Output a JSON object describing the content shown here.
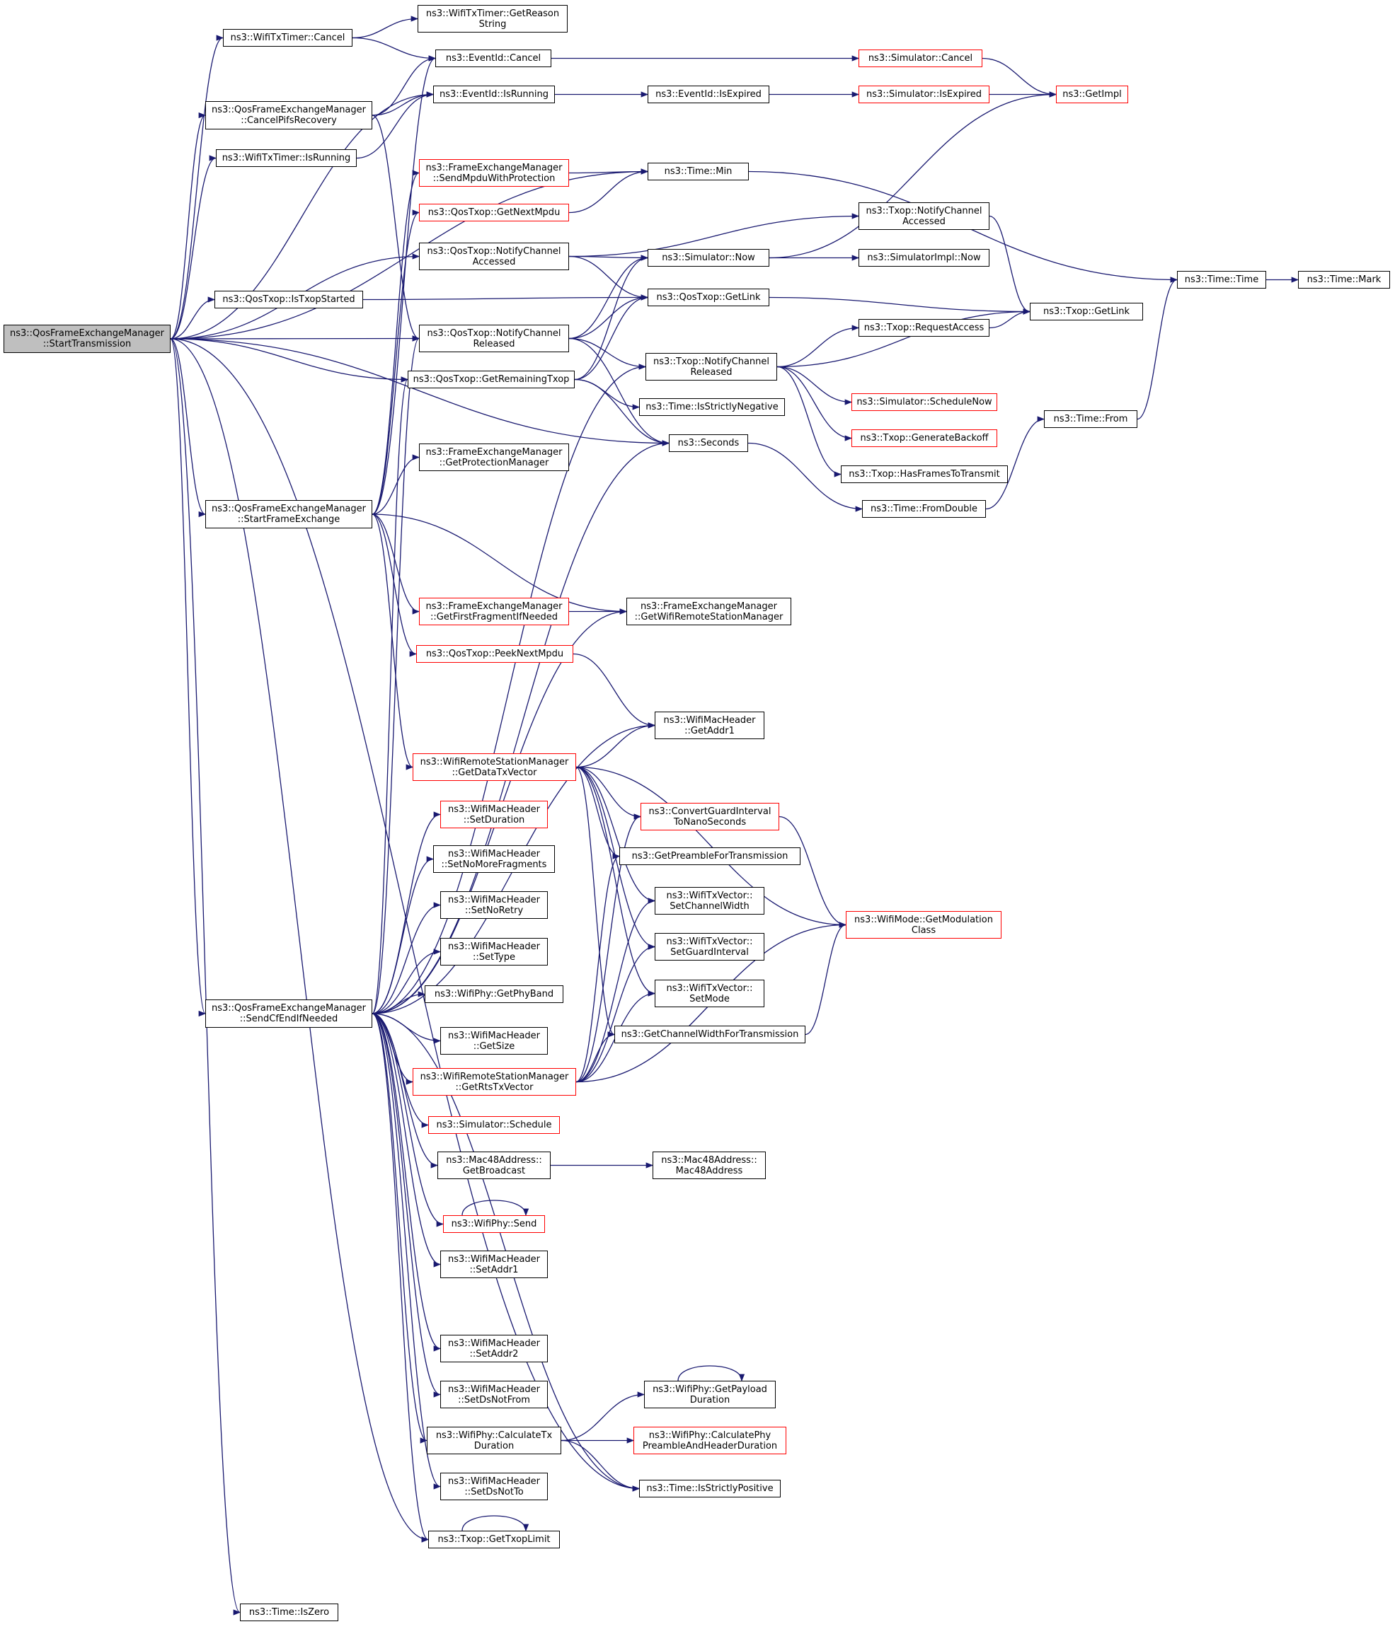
{
  "colors": {
    "edge": "#191970",
    "node_border": "#000000",
    "highlight_border": "#ff0000",
    "root_fill": "#bfbfbf",
    "background": "#ffffff"
  },
  "nodes": [
    {
      "id": "start_tx",
      "lines": [
        "ns3::QosFrameExchangeManager",
        "::StartTransmission"
      ],
      "style": "root"
    },
    {
      "id": "timer_cancel",
      "lines": [
        "ns3::WifiTxTimer::Cancel"
      ],
      "style": "normal"
    },
    {
      "id": "timer_reason",
      "lines": [
        "ns3::WifiTxTimer::GetReason",
        "String"
      ],
      "style": "normal"
    },
    {
      "id": "event_cancel",
      "lines": [
        "ns3::EventId::Cancel"
      ],
      "style": "normal"
    },
    {
      "id": "sim_cancel",
      "lines": [
        "ns3::Simulator::Cancel"
      ],
      "style": "red"
    },
    {
      "id": "get_impl",
      "lines": [
        "ns3::GetImpl"
      ],
      "style": "red"
    },
    {
      "id": "cancel_pifs",
      "lines": [
        "ns3::QosFrameExchangeManager",
        "::CancelPifsRecovery"
      ],
      "style": "normal"
    },
    {
      "id": "event_running",
      "lines": [
        "ns3::EventId::IsRunning"
      ],
      "style": "normal"
    },
    {
      "id": "event_expired",
      "lines": [
        "ns3::EventId::IsExpired"
      ],
      "style": "normal"
    },
    {
      "id": "sim_expired",
      "lines": [
        "ns3::Simulator::IsExpired"
      ],
      "style": "red"
    },
    {
      "id": "timer_running",
      "lines": [
        "ns3::WifiTxTimer::IsRunning"
      ],
      "style": "normal"
    },
    {
      "id": "send_mpdu_prot",
      "lines": [
        "ns3::FrameExchangeManager",
        "::SendMpduWithProtection"
      ],
      "style": "red"
    },
    {
      "id": "time_min",
      "lines": [
        "ns3::Time::Min"
      ],
      "style": "normal"
    },
    {
      "id": "get_next_mpdu",
      "lines": [
        "ns3::QosTxop::GetNextMpdu"
      ],
      "style": "red"
    },
    {
      "id": "qos_notify_acc",
      "lines": [
        "ns3::QosTxop::NotifyChannel",
        "Accessed"
      ],
      "style": "normal"
    },
    {
      "id": "txop_notify_acc",
      "lines": [
        "ns3::Txop::NotifyChannel",
        "Accessed"
      ],
      "style": "normal"
    },
    {
      "id": "sim_now",
      "lines": [
        "ns3::Simulator::Now"
      ],
      "style": "normal"
    },
    {
      "id": "simimpl_now",
      "lines": [
        "ns3::SimulatorImpl::Now"
      ],
      "style": "normal"
    },
    {
      "id": "time_time",
      "lines": [
        "ns3::Time::Time"
      ],
      "style": "normal"
    },
    {
      "id": "time_mark",
      "lines": [
        "ns3::Time::Mark"
      ],
      "style": "normal"
    },
    {
      "id": "is_txop_started",
      "lines": [
        "ns3::QosTxop::IsTxopStarted"
      ],
      "style": "normal"
    },
    {
      "id": "qos_get_link",
      "lines": [
        "ns3::QosTxop::GetLink"
      ],
      "style": "normal"
    },
    {
      "id": "txop_get_link",
      "lines": [
        "ns3::Txop::GetLink"
      ],
      "style": "normal"
    },
    {
      "id": "qos_notify_rel",
      "lines": [
        "ns3::QosTxop::NotifyChannel",
        "Released"
      ],
      "style": "normal"
    },
    {
      "id": "request_access",
      "lines": [
        "ns3::Txop::RequestAccess"
      ],
      "style": "normal"
    },
    {
      "id": "txop_notify_rel",
      "lines": [
        "ns3::Txop::NotifyChannel",
        "Released"
      ],
      "style": "normal"
    },
    {
      "id": "get_remaining",
      "lines": [
        "ns3::QosTxop::GetRemainingTxop"
      ],
      "style": "normal"
    },
    {
      "id": "schedule_now",
      "lines": [
        "ns3::Simulator::ScheduleNow"
      ],
      "style": "red"
    },
    {
      "id": "strictly_neg",
      "lines": [
        "ns3::Time::IsStrictlyNegative"
      ],
      "style": "normal"
    },
    {
      "id": "time_from",
      "lines": [
        "ns3::Time::From"
      ],
      "style": "normal"
    },
    {
      "id": "gen_backoff",
      "lines": [
        "ns3::Txop::GenerateBackoff"
      ],
      "style": "red"
    },
    {
      "id": "seconds",
      "lines": [
        "ns3::Seconds"
      ],
      "style": "normal"
    },
    {
      "id": "get_prot_mgr",
      "lines": [
        "ns3::FrameExchangeManager",
        "::GetProtectionManager"
      ],
      "style": "normal"
    },
    {
      "id": "has_frames",
      "lines": [
        "ns3::Txop::HasFramesToTransmit"
      ],
      "style": "normal"
    },
    {
      "id": "start_fe",
      "lines": [
        "ns3::QosFrameExchangeManager",
        "::StartFrameExchange"
      ],
      "style": "normal"
    },
    {
      "id": "from_double",
      "lines": [
        "ns3::Time::FromDouble"
      ],
      "style": "normal"
    },
    {
      "id": "first_frag",
      "lines": [
        "ns3::FrameExchangeManager",
        "::GetFirstFragmentIfNeeded"
      ],
      "style": "red"
    },
    {
      "id": "get_rsm",
      "lines": [
        "ns3::FrameExchangeManager",
        "::GetWifiRemoteStationManager"
      ],
      "style": "normal"
    },
    {
      "id": "peek_next",
      "lines": [
        "ns3::QosTxop::PeekNextMpdu"
      ],
      "style": "red"
    },
    {
      "id": "get_addr1",
      "lines": [
        "ns3::WifiMacHeader",
        "::GetAddr1"
      ],
      "style": "normal"
    },
    {
      "id": "data_txvec",
      "lines": [
        "ns3::WifiRemoteStationManager",
        "::GetDataTxVector"
      ],
      "style": "red"
    },
    {
      "id": "set_duration",
      "lines": [
        "ns3::WifiMacHeader",
        "::SetDuration"
      ],
      "style": "red"
    },
    {
      "id": "conv_gi",
      "lines": [
        "ns3::ConvertGuardInterval",
        "ToNanoSeconds"
      ],
      "style": "red"
    },
    {
      "id": "preamble",
      "lines": [
        "ns3::GetPreambleForTransmission"
      ],
      "style": "normal"
    },
    {
      "id": "set_nomorefrag",
      "lines": [
        "ns3::WifiMacHeader",
        "::SetNoMoreFragments"
      ],
      "style": "normal"
    },
    {
      "id": "set_noretry",
      "lines": [
        "ns3::WifiMacHeader",
        "::SetNoRetry"
      ],
      "style": "normal"
    },
    {
      "id": "set_chwidth",
      "lines": [
        "ns3::WifiTxVector::",
        "SetChannelWidth"
      ],
      "style": "normal"
    },
    {
      "id": "get_modclass",
      "lines": [
        "ns3::WifiMode::GetModulation",
        "Class"
      ],
      "style": "red"
    },
    {
      "id": "set_type",
      "lines": [
        "ns3::WifiMacHeader",
        "::SetType"
      ],
      "style": "normal"
    },
    {
      "id": "set_gi",
      "lines": [
        "ns3::WifiTxVector::",
        "SetGuardInterval"
      ],
      "style": "normal"
    },
    {
      "id": "get_phyband",
      "lines": [
        "ns3::WifiPhy::GetPhyBand"
      ],
      "style": "normal"
    },
    {
      "id": "set_mode",
      "lines": [
        "ns3::WifiTxVector::",
        "SetMode"
      ],
      "style": "normal"
    },
    {
      "id": "send_cfend",
      "lines": [
        "ns3::QosFrameExchangeManager",
        "::SendCfEndIfNeeded"
      ],
      "style": "normal"
    },
    {
      "id": "get_size",
      "lines": [
        "ns3::WifiMacHeader",
        "::GetSize"
      ],
      "style": "normal"
    },
    {
      "id": "chwidth_tx",
      "lines": [
        "ns3::GetChannelWidthForTransmission"
      ],
      "style": "normal"
    },
    {
      "id": "rts_txvec",
      "lines": [
        "ns3::WifiRemoteStationManager",
        "::GetRtsTxVector"
      ],
      "style": "red"
    },
    {
      "id": "sim_schedule",
      "lines": [
        "ns3::Simulator::Schedule"
      ],
      "style": "red"
    },
    {
      "id": "get_broadcast",
      "lines": [
        "ns3::Mac48Address::",
        "GetBroadcast"
      ],
      "style": "normal"
    },
    {
      "id": "mac48",
      "lines": [
        "ns3::Mac48Address::",
        "Mac48Address"
      ],
      "style": "normal"
    },
    {
      "id": "phy_send",
      "lines": [
        "ns3::WifiPhy::Send"
      ],
      "style": "red"
    },
    {
      "id": "set_addr1",
      "lines": [
        "ns3::WifiMacHeader",
        "::SetAddr1"
      ],
      "style": "normal"
    },
    {
      "id": "set_addr2",
      "lines": [
        "ns3::WifiMacHeader",
        "::SetAddr2"
      ],
      "style": "normal"
    },
    {
      "id": "payload_dur",
      "lines": [
        "ns3::WifiPhy::GetPayload",
        "Duration"
      ],
      "style": "normal"
    },
    {
      "id": "set_dsnotfrom",
      "lines": [
        "ns3::WifiMacHeader",
        "::SetDsNotFrom"
      ],
      "style": "normal"
    },
    {
      "id": "calc_txdur",
      "lines": [
        "ns3::WifiPhy::CalculateTx",
        "Duration"
      ],
      "style": "normal"
    },
    {
      "id": "calc_preamble",
      "lines": [
        "ns3::WifiPhy::CalculatePhy",
        "PreambleAndHeaderDuration"
      ],
      "style": "red"
    },
    {
      "id": "set_dsnotto",
      "lines": [
        "ns3::WifiMacHeader",
        "::SetDsNotTo"
      ],
      "style": "normal"
    },
    {
      "id": "strictly_pos",
      "lines": [
        "ns3::Time::IsStrictlyPositive"
      ],
      "style": "normal"
    },
    {
      "id": "get_txoplimit",
      "lines": [
        "ns3::Txop::GetTxopLimit"
      ],
      "style": "normal"
    },
    {
      "id": "is_zero",
      "lines": [
        "ns3::Time::IsZero"
      ],
      "style": "normal"
    }
  ],
  "edges": [
    [
      "start_tx",
      "timer_cancel"
    ],
    [
      "start_tx",
      "event_running"
    ],
    [
      "start_tx",
      "cancel_pifs"
    ],
    [
      "start_tx",
      "timer_running"
    ],
    [
      "start_tx",
      "time_min"
    ],
    [
      "start_tx",
      "qos_notify_acc"
    ],
    [
      "start_tx",
      "is_txop_started"
    ],
    [
      "start_tx",
      "qos_notify_rel"
    ],
    [
      "start_tx",
      "get_remaining"
    ],
    [
      "start_tx",
      "seconds"
    ],
    [
      "start_tx",
      "start_fe"
    ],
    [
      "start_tx",
      "send_cfend"
    ],
    [
      "start_tx",
      "get_txoplimit"
    ],
    [
      "start_tx",
      "strictly_pos"
    ],
    [
      "start_tx",
      "is_zero"
    ],
    [
      "timer_cancel",
      "timer_reason"
    ],
    [
      "timer_cancel",
      "event_cancel"
    ],
    [
      "event_cancel",
      "sim_cancel"
    ],
    [
      "sim_cancel",
      "get_impl"
    ],
    [
      "event_running",
      "event_expired"
    ],
    [
      "event_expired",
      "sim_expired"
    ],
    [
      "sim_expired",
      "get_impl"
    ],
    [
      "cancel_pifs",
      "event_cancel"
    ],
    [
      "cancel_pifs",
      "event_running"
    ],
    [
      "cancel_pifs",
      "qos_notify_rel"
    ],
    [
      "timer_running",
      "event_running"
    ],
    [
      "time_min",
      "time_time"
    ],
    [
      "time_time",
      "time_mark"
    ],
    [
      "qos_notify_acc",
      "txop_notify_acc"
    ],
    [
      "qos_notify_acc",
      "sim_now"
    ],
    [
      "qos_notify_acc",
      "qos_get_link"
    ],
    [
      "txop_notify_acc",
      "txop_get_link"
    ],
    [
      "sim_now",
      "simimpl_now"
    ],
    [
      "sim_now",
      "get_impl"
    ],
    [
      "is_txop_started",
      "qos_get_link"
    ],
    [
      "qos_get_link",
      "txop_get_link"
    ],
    [
      "qos_notify_rel",
      "sim_now"
    ],
    [
      "qos_notify_rel",
      "qos_get_link"
    ],
    [
      "qos_notify_rel",
      "txop_notify_rel"
    ],
    [
      "qos_notify_rel",
      "seconds"
    ],
    [
      "txop_notify_rel",
      "request_access"
    ],
    [
      "txop_notify_rel",
      "txop_get_link"
    ],
    [
      "txop_notify_rel",
      "schedule_now"
    ],
    [
      "txop_notify_rel",
      "gen_backoff"
    ],
    [
      "txop_notify_rel",
      "has_frames"
    ],
    [
      "request_access",
      "txop_get_link"
    ],
    [
      "get_remaining",
      "sim_now"
    ],
    [
      "get_remaining",
      "qos_get_link"
    ],
    [
      "get_remaining",
      "strictly_neg"
    ],
    [
      "get_remaining",
      "seconds"
    ],
    [
      "seconds",
      "from_double"
    ],
    [
      "from_double",
      "time_from"
    ],
    [
      "time_from",
      "time_time"
    ],
    [
      "send_mpdu_prot",
      "time_min"
    ],
    [
      "get_next_mpdu",
      "time_min"
    ],
    [
      "start_fe",
      "send_mpdu_prot"
    ],
    [
      "start_fe",
      "get_next_mpdu"
    ],
    [
      "start_fe",
      "event_cancel"
    ],
    [
      "start_fe",
      "get_prot_mgr"
    ],
    [
      "start_fe",
      "get_rsm"
    ],
    [
      "start_fe",
      "first_frag"
    ],
    [
      "start_fe",
      "peek_next"
    ],
    [
      "start_fe",
      "data_txvec"
    ],
    [
      "first_frag",
      "get_rsm"
    ],
    [
      "peek_next",
      "get_addr1"
    ],
    [
      "data_txvec",
      "get_addr1"
    ],
    [
      "data_txvec",
      "get_modclass"
    ],
    [
      "data_txvec",
      "conv_gi"
    ],
    [
      "data_txvec",
      "preamble"
    ],
    [
      "data_txvec",
      "set_chwidth"
    ],
    [
      "data_txvec",
      "set_gi"
    ],
    [
      "data_txvec",
      "set_mode"
    ],
    [
      "data_txvec",
      "chwidth_tx"
    ],
    [
      "conv_gi",
      "get_modclass"
    ],
    [
      "chwidth_tx",
      "get_modclass"
    ],
    [
      "rts_txvec",
      "conv_gi"
    ],
    [
      "rts_txvec",
      "preamble"
    ],
    [
      "rts_txvec",
      "set_chwidth"
    ],
    [
      "rts_txvec",
      "set_gi"
    ],
    [
      "rts_txvec",
      "set_mode"
    ],
    [
      "rts_txvec",
      "chwidth_tx"
    ],
    [
      "rts_txvec",
      "get_modclass"
    ],
    [
      "send_cfend",
      "qos_notify_rel"
    ],
    [
      "send_cfend",
      "get_remaining"
    ],
    [
      "send_cfend",
      "txop_notify_rel"
    ],
    [
      "send_cfend",
      "seconds"
    ],
    [
      "send_cfend",
      "get_rsm"
    ],
    [
      "send_cfend",
      "get_addr1"
    ],
    [
      "send_cfend",
      "set_duration"
    ],
    [
      "send_cfend",
      "set_nomorefrag"
    ],
    [
      "send_cfend",
      "set_noretry"
    ],
    [
      "send_cfend",
      "set_type"
    ],
    [
      "send_cfend",
      "get_phyband"
    ],
    [
      "send_cfend",
      "get_size"
    ],
    [
      "send_cfend",
      "rts_txvec"
    ],
    [
      "send_cfend",
      "sim_schedule"
    ],
    [
      "send_cfend",
      "get_broadcast"
    ],
    [
      "send_cfend",
      "phy_send"
    ],
    [
      "send_cfend",
      "set_addr1"
    ],
    [
      "send_cfend",
      "set_addr2"
    ],
    [
      "send_cfend",
      "set_dsnotfrom"
    ],
    [
      "send_cfend",
      "calc_txdur"
    ],
    [
      "send_cfend",
      "set_dsnotto"
    ],
    [
      "send_cfend",
      "strictly_pos"
    ],
    [
      "send_cfend",
      "get_txoplimit"
    ],
    [
      "get_broadcast",
      "mac48"
    ],
    [
      "phy_send",
      "phy_send"
    ],
    [
      "calc_txdur",
      "payload_dur"
    ],
    [
      "calc_txdur",
      "calc_preamble"
    ],
    [
      "calc_txdur",
      "strictly_pos"
    ],
    [
      "payload_dur",
      "payload_dur"
    ],
    [
      "get_txoplimit",
      "get_txoplimit"
    ]
  ]
}
